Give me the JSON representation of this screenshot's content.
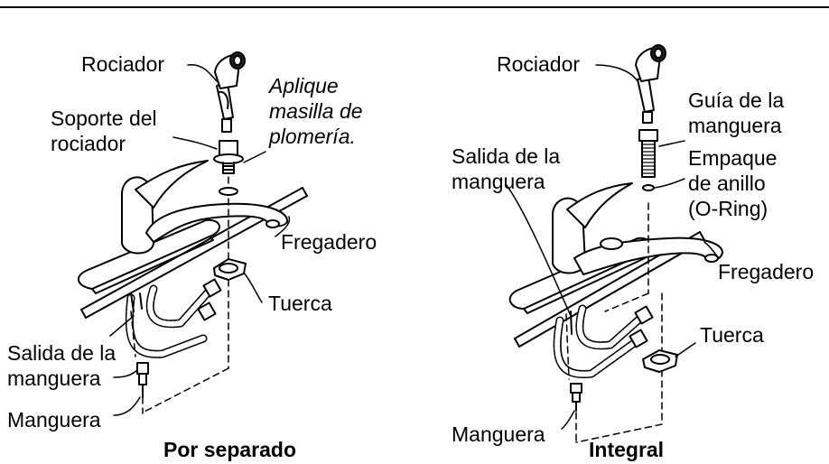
{
  "left": {
    "rociador": "Rociador",
    "aplique_1": "Aplique",
    "aplique_2": "masilla de",
    "aplique_3": "plomería.",
    "soporte_1": "Soporte del",
    "soporte_2": "rociador",
    "fregadero": "Fregadero",
    "tuerca": "Tuerca",
    "salida_1": "Salida de la",
    "salida_2": "manguera",
    "manguera": "Manguera",
    "caption": "Por separado"
  },
  "right": {
    "rociador": "Rociador",
    "guia_1": "Guía de la",
    "guia_2": "manguera",
    "salida_1": "Salida de la",
    "salida_2": "manguera",
    "empaque_1": "Empaque",
    "empaque_2": "de anillo",
    "empaque_3": "(O-Ring)",
    "fregadero": "Fregadero",
    "tuerca": "Tuerca",
    "manguera": "Manguera",
    "caption": "Integral"
  }
}
